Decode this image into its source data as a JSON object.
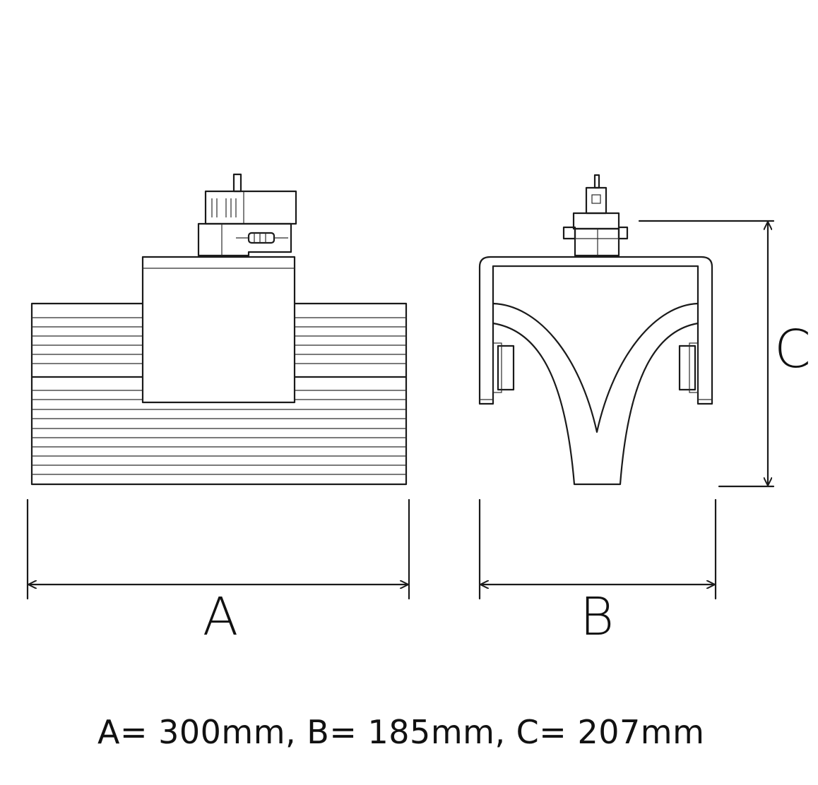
{
  "labels": {
    "a": "A",
    "b": "B",
    "c": "C"
  },
  "caption": "A= 300mm, B= 185mm, C= 207mm",
  "colors": {
    "line": "#1a1a1a",
    "background": "#ffffff"
  }
}
